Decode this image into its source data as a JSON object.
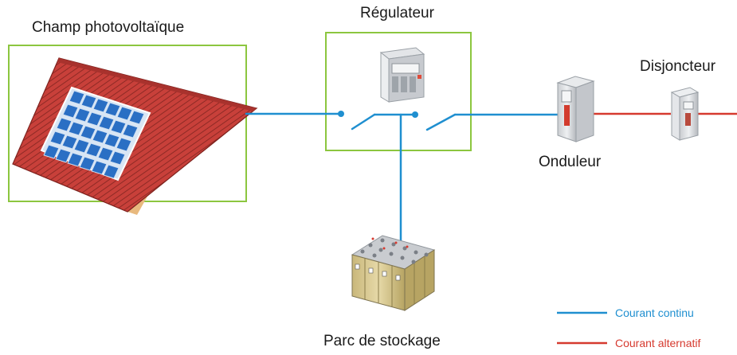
{
  "labels": {
    "pv_field": "Champ photovoltaïque",
    "regulator": "Régulateur",
    "inverter": "Onduleur",
    "breaker": "Disjoncteur",
    "storage": "Parc de stockage"
  },
  "legend": {
    "dc": "Courant continu",
    "ac": "Courant alternatif"
  },
  "colors": {
    "dc_line": "#1f8fd0",
    "ac_line": "#d63a2f",
    "frame": "#8cc63f",
    "roof": "#c8403a",
    "panel": "#2a6fc4"
  },
  "icons": {
    "panel": "solar-panel-icon",
    "regulator": "charge-controller-icon",
    "inverter": "inverter-cabinet-icon",
    "breaker": "circuit-breaker-icon",
    "battery": "battery-bank-icon"
  }
}
